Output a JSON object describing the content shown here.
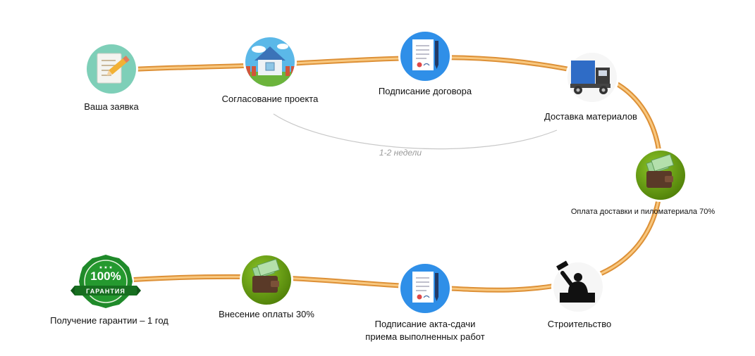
{
  "steps": [
    {
      "label": "Ваша заявка",
      "icon": "pencil-document-icon"
    },
    {
      "label": "Согласование проекта",
      "icon": "house-icon"
    },
    {
      "label": "Подписание договора",
      "icon": "contract-document-icon"
    },
    {
      "label": "Доставка материалов",
      "icon": "delivery-truck-icon"
    },
    {
      "label": "Оплата доставки и пиломатериала 70%",
      "icon": "wallet-money-icon"
    },
    {
      "label": "Строительство",
      "icon": "builder-hammer-icon"
    },
    {
      "label": "Подписание акта-сдачи",
      "label2": "приема выполненных работ",
      "icon": "act-document-icon"
    },
    {
      "label": "Внесение оплаты 30%",
      "icon": "wallet-money-icon"
    },
    {
      "label": "Получение гарантии – 1 год",
      "icon": "guarantee-seal-icon"
    }
  ],
  "duration_note": "1-2 недели",
  "seal": {
    "percent": "100%",
    "text": "ГАРАНТИЯ"
  },
  "colors": {
    "path": "#f0a040",
    "teal": "#7ecfb8",
    "sky": "#5bb8e8",
    "blue": "#2f8fe8",
    "green": "#6aa012",
    "badge_green": "#1f8a2a"
  }
}
